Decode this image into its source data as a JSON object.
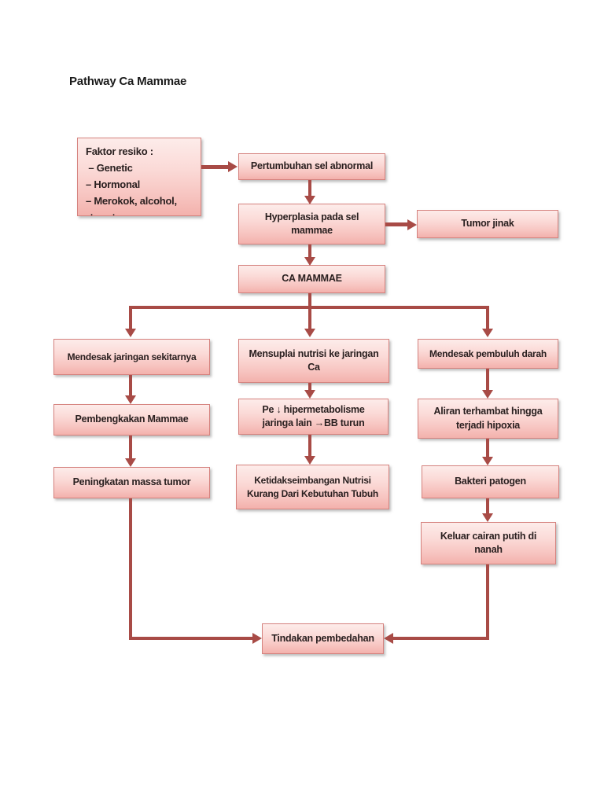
{
  "page": {
    "title": "Pathway Ca Mammae"
  },
  "colors": {
    "arrow": "#a84b46",
    "box_border": "#d5827e",
    "box_fill_top": "#fdecea",
    "box_fill_bottom": "#f3b1ac",
    "text": "#2a2020",
    "background": "#ffffff"
  },
  "nodes": {
    "faktor": {
      "text": "Faktor resiko :\n – Genetic\n– Hormonal\n– Merokok, alcohol,",
      "clipped": ".         ."
    },
    "pertumbuhan": {
      "text": "Pertumbuhan sel abnormal"
    },
    "hyperplasia": {
      "text": "Hyperplasia pada sel\nmammae"
    },
    "tumor_jinak": {
      "text": "Tumor jinak"
    },
    "ca_mammae": {
      "text": "CA MAMMAE"
    },
    "mendesak_jaringan": {
      "text": "Mendesak jaringan sekitarnya"
    },
    "mensuplai": {
      "text": "Mensuplai nutrisi ke jaringan\nCa"
    },
    "mendesak_pembuluh": {
      "text": "Mendesak pembuluh darah"
    },
    "pembengkakan": {
      "text": "Pembengkakan Mammae"
    },
    "pe_hiper": {
      "text": "Pe ↓ hipermetabolisme\njaringa lain →BB turun"
    },
    "aliran": {
      "text": "Aliran terhambat hingga\nterjadi hipoxia"
    },
    "peningkatan": {
      "text": "Peningkatan massa tumor"
    },
    "ketidakseimbangan": {
      "text": "Ketidakseimbangan Nutrisi\nKurang Dari Kebutuhan Tubuh"
    },
    "bakteri": {
      "text": "Bakteri patogen"
    },
    "keluar": {
      "text": "Keluar cairan putih di\nnanah"
    },
    "tindakan": {
      "text": "Tindakan pembedahan"
    }
  }
}
